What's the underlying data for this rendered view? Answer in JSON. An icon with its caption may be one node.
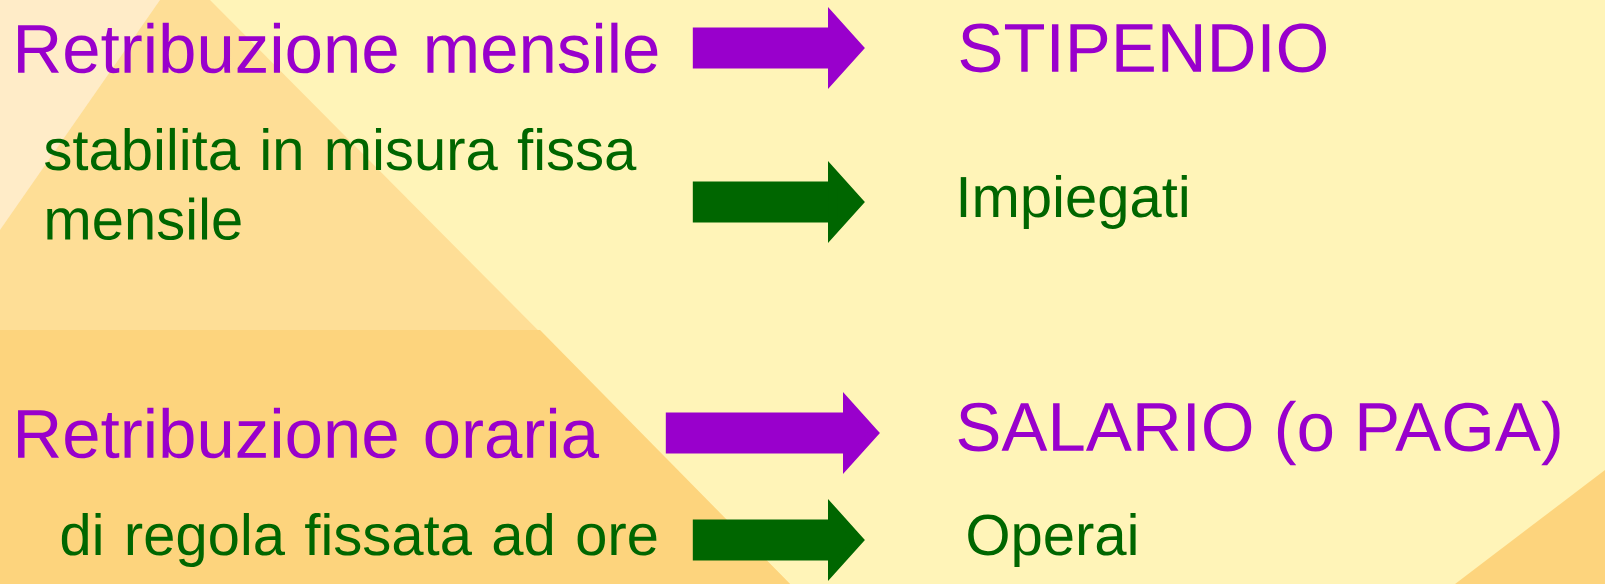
{
  "diagram": {
    "nodes": [
      {
        "text": [
          "Retribuzione mensile"
        ]
      },
      {
        "text": [
          "STIPENDIO"
        ]
      },
      {
        "text": [
          "stabilita in misura fissa mensile"
        ]
      },
      {
        "text": [
          "Impiegati"
        ]
      },
      {
        "text": [
          "Retribuzione oraria"
        ]
      },
      {
        "text": [
          "SALARIO (o PAGA)"
        ]
      },
      {
        "text": [
          "di regola fissata ad ore"
        ]
      },
      {
        "text": [
          "Operai"
        ]
      }
    ],
    "edges": [
      {
        "from": 0,
        "to": 1,
        "arrow": "to",
        "color": "#9900cc"
      },
      {
        "from": 2,
        "to": 3,
        "arrow": "to",
        "color": "#006600"
      },
      {
        "from": 4,
        "to": 5,
        "arrow": "to",
        "color": "#9900cc"
      },
      {
        "from": 6,
        "to": 7,
        "arrow": "to",
        "color": "#006600"
      }
    ]
  }
}
